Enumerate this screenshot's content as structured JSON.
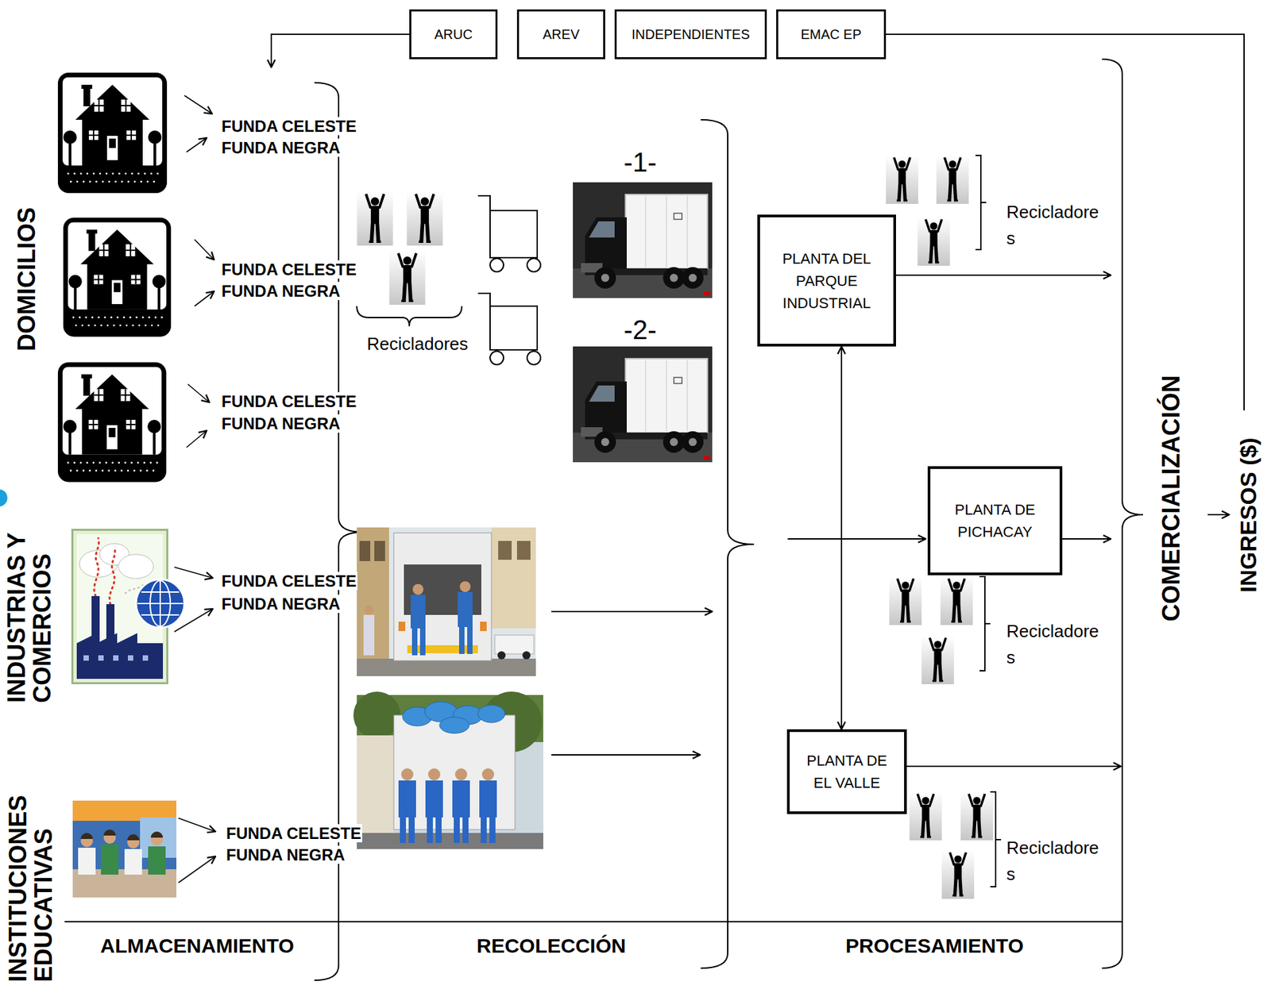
{
  "diagram": {
    "nodes": [
      {
        "text": [
          "ARUC"
        ]
      },
      {
        "text": [
          "AREV"
        ]
      },
      {
        "text": [
          "INDEPENDIENTES"
        ]
      },
      {
        "text": [
          "EMAC EP"
        ]
      },
      {
        "text": [
          "PLANTA DEL PARQUE INDUSTRIAL"
        ]
      },
      {
        "text": [
          "PLANTA DE PICHACAY"
        ]
      },
      {
        "text": [
          "PLANTA DE EL VALLE"
        ]
      }
    ],
    "edges": [
      {
        "from": 4,
        "to": 6,
        "arrow": "both"
      }
    ],
    "labels": [
      "DOMICILIOS",
      "FUNDA CELESTE",
      "FUNDA NEGRA",
      "FUNDA CELESTE",
      "FUNDA NEGRA",
      "FUNDA CELESTE",
      "FUNDA NEGRA",
      "INDUSTRIAS Y COMERCIOS",
      "FUNDA CELESTE",
      "FUNDA NEGRA",
      "INSTITUCIONES EDUCATIVAS",
      "FUNDA CELESTE",
      "FUNDA NEGRA",
      "Recicladores",
      "-1-",
      "-2-",
      "Recicladore s",
      "Recicladore s",
      "Recicladore s",
      "COMERCIALIZACIÓN",
      "INGRESOS ($)",
      "ALMACENAMIENTO",
      "RECOLECCIÓN",
      "PROCESAMIENTO"
    ]
  }
}
